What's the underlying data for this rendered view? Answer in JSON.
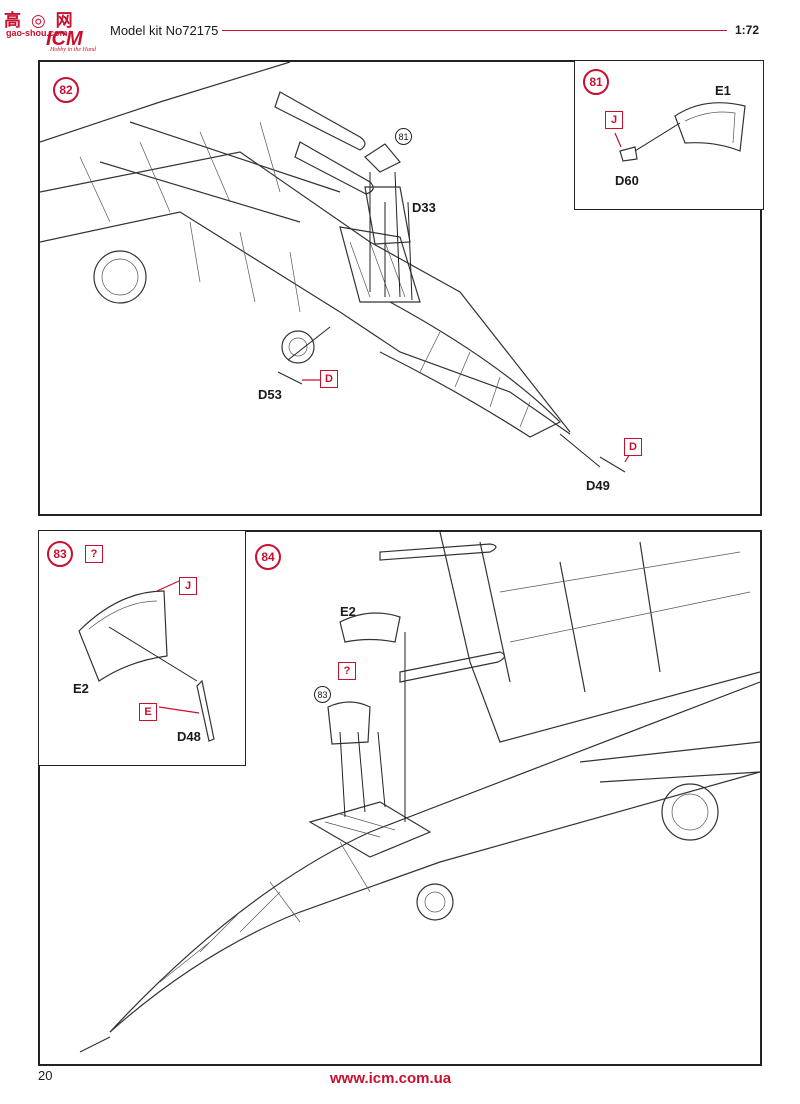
{
  "header": {
    "logo_top": "高 ◎ 网",
    "logo_site": "gao-shou.com",
    "logo_brand": "ICM",
    "logo_tagline": "Hobby in the Hand",
    "title": "Model kit No72175",
    "scale": "1:72"
  },
  "panel_top": {
    "step": "82",
    "ref_step": "81",
    "parts": {
      "d33": "D33",
      "d53": "D53",
      "d49": "D49"
    },
    "tags": {
      "d53_sprue": "D",
      "d49_sprue": "D"
    }
  },
  "inset_81": {
    "step": "81",
    "parts": {
      "e1": "E1",
      "d60": "D60"
    },
    "tags": {
      "d60_sprue": "J"
    }
  },
  "inset_83": {
    "step": "83",
    "step_tag": "?",
    "parts": {
      "e2": "E2",
      "d48": "D48"
    },
    "tags": {
      "e2_sprue": "J",
      "d48_sprue": "E"
    }
  },
  "panel_bottom": {
    "step": "84",
    "ref_step": "83",
    "step_tag": "?",
    "parts": {
      "e2": "E2"
    }
  },
  "footer": {
    "page_number": "20",
    "url": "www.icm.com.ua"
  },
  "colors": {
    "accent": "#c8102e",
    "line": "#222222"
  }
}
